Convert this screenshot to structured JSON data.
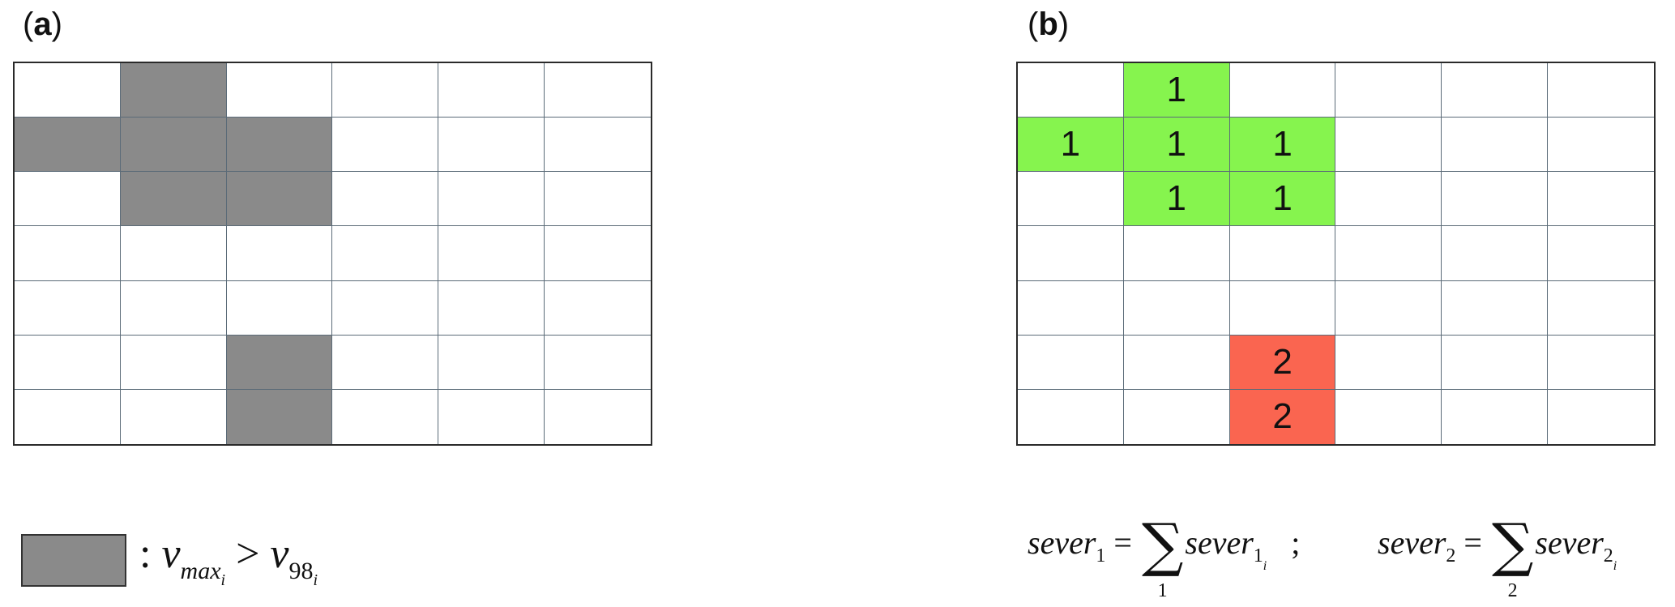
{
  "panel_a": {
    "label_letter": "a",
    "rows": 7,
    "cols": 6,
    "shaded_color": "#8a8a8a",
    "cells": [
      [
        "",
        "S",
        "",
        "",
        "",
        ""
      ],
      [
        "S",
        "S",
        "S",
        "",
        "",
        ""
      ],
      [
        "",
        "S",
        "S",
        "",
        "",
        ""
      ],
      [
        "",
        "",
        "",
        "",
        "",
        ""
      ],
      [
        "",
        "",
        "",
        "",
        "",
        ""
      ],
      [
        "",
        "",
        "S",
        "",
        "",
        ""
      ],
      [
        "",
        "",
        "S",
        "",
        "",
        ""
      ]
    ]
  },
  "panel_b": {
    "label_letter": "b",
    "rows": 7,
    "cols": 6,
    "colors": {
      "1": "#86f44e",
      "2": "#fa6550"
    },
    "cells": [
      [
        "",
        "1",
        "",
        "",
        "",
        ""
      ],
      [
        "1",
        "1",
        "1",
        "",
        "",
        ""
      ],
      [
        "",
        "1",
        "1",
        "",
        "",
        ""
      ],
      [
        "",
        "",
        "",
        "",
        "",
        ""
      ],
      [
        "",
        "",
        "",
        "",
        "",
        ""
      ],
      [
        "",
        "",
        "2",
        "",
        "",
        ""
      ],
      [
        "",
        "",
        "2",
        "",
        "",
        ""
      ]
    ]
  },
  "legend": {
    "swatch_color": "#8a8a8a",
    "colon": ":",
    "v": "v",
    "max": "max",
    "i": "i",
    "gt": ">",
    "n98": "98"
  },
  "formulas": {
    "sever": "sever",
    "eq": "=",
    "sigma": "∑",
    "sep": ";",
    "one": "1",
    "two": "2",
    "i": "i"
  }
}
